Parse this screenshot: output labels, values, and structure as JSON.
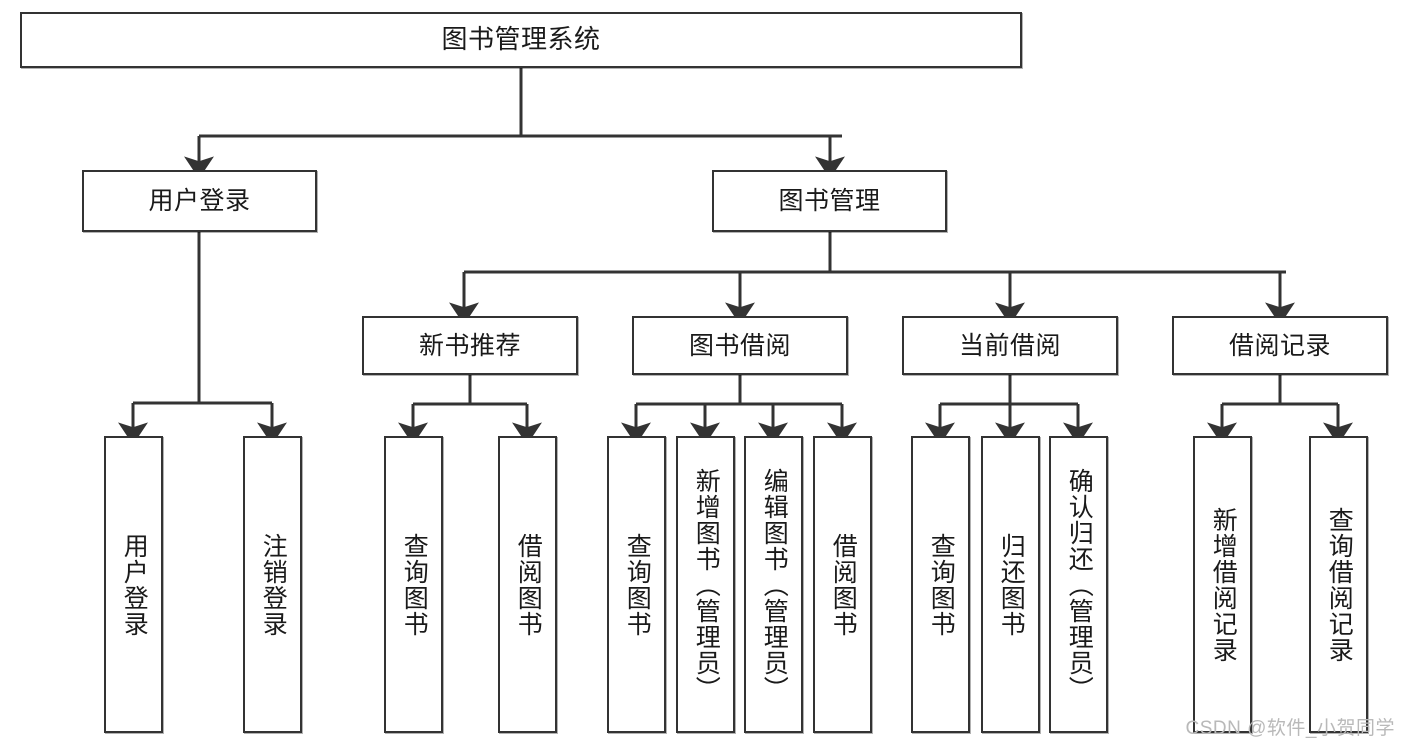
{
  "diagram": {
    "title": "图书管理系统",
    "type": "tree-hierarchy",
    "watermark": "CSDN @软件_小贺同学",
    "colors": {
      "box_border": "#333333",
      "box_fill": "#ffffff",
      "edge": "#333333",
      "text": "#1a1a1a",
      "watermark": "#b9b9b9"
    },
    "root": {
      "label": "图书管理系统"
    },
    "level1": [
      {
        "label": "用户登录"
      },
      {
        "label": "图书管理"
      }
    ],
    "level2": [
      {
        "label": "新书推荐"
      },
      {
        "label": "图书借阅"
      },
      {
        "label": "当前借阅"
      },
      {
        "label": "借阅记录"
      }
    ],
    "leaves": {
      "user_login": [
        {
          "label": "用户登录"
        },
        {
          "label": "注销登录"
        }
      ],
      "new_book_recommend": [
        {
          "label": "查询图书"
        },
        {
          "label": "借阅图书"
        }
      ],
      "book_borrow": [
        {
          "label": "查询图书"
        },
        {
          "label": "新增图书（管理员）"
        },
        {
          "label": "编辑图书（管理员）"
        },
        {
          "label": "借阅图书"
        }
      ],
      "current_borrow": [
        {
          "label": "查询图书"
        },
        {
          "label": "归还图书"
        },
        {
          "label": "确认归还（管理员）"
        }
      ],
      "borrow_record": [
        {
          "label": "新增借阅记录"
        },
        {
          "label": "查询借阅记录"
        }
      ]
    }
  }
}
